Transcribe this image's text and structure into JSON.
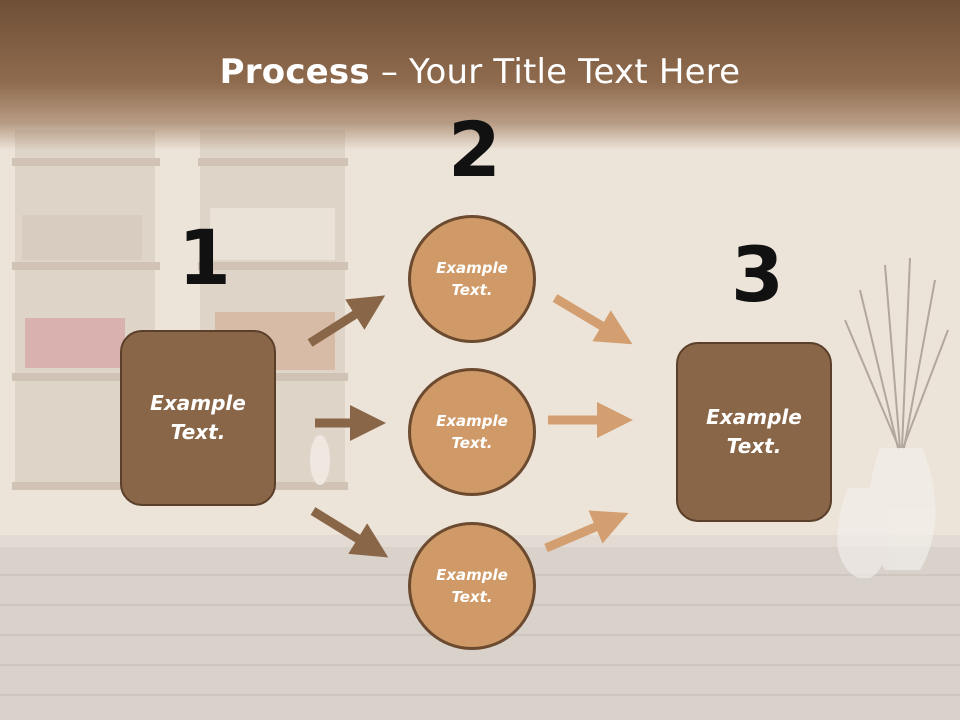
{
  "slide": {
    "title_bold": "Process",
    "title_dash": " – ",
    "title_rest": "Your Title Text Here"
  },
  "steps": [
    {
      "number": "1",
      "label": "Example\nText."
    },
    {
      "number": "2",
      "labels": [
        "Example\nText.",
        "Example\nText.",
        "Example\nText."
      ]
    },
    {
      "number": "3",
      "label": "Example\nText."
    }
  ],
  "colors": {
    "box_fill": "#8a6648",
    "circle_fill": "#cf9a68",
    "arrow_dark": "#8a6648",
    "arrow_light": "#d49f70"
  }
}
